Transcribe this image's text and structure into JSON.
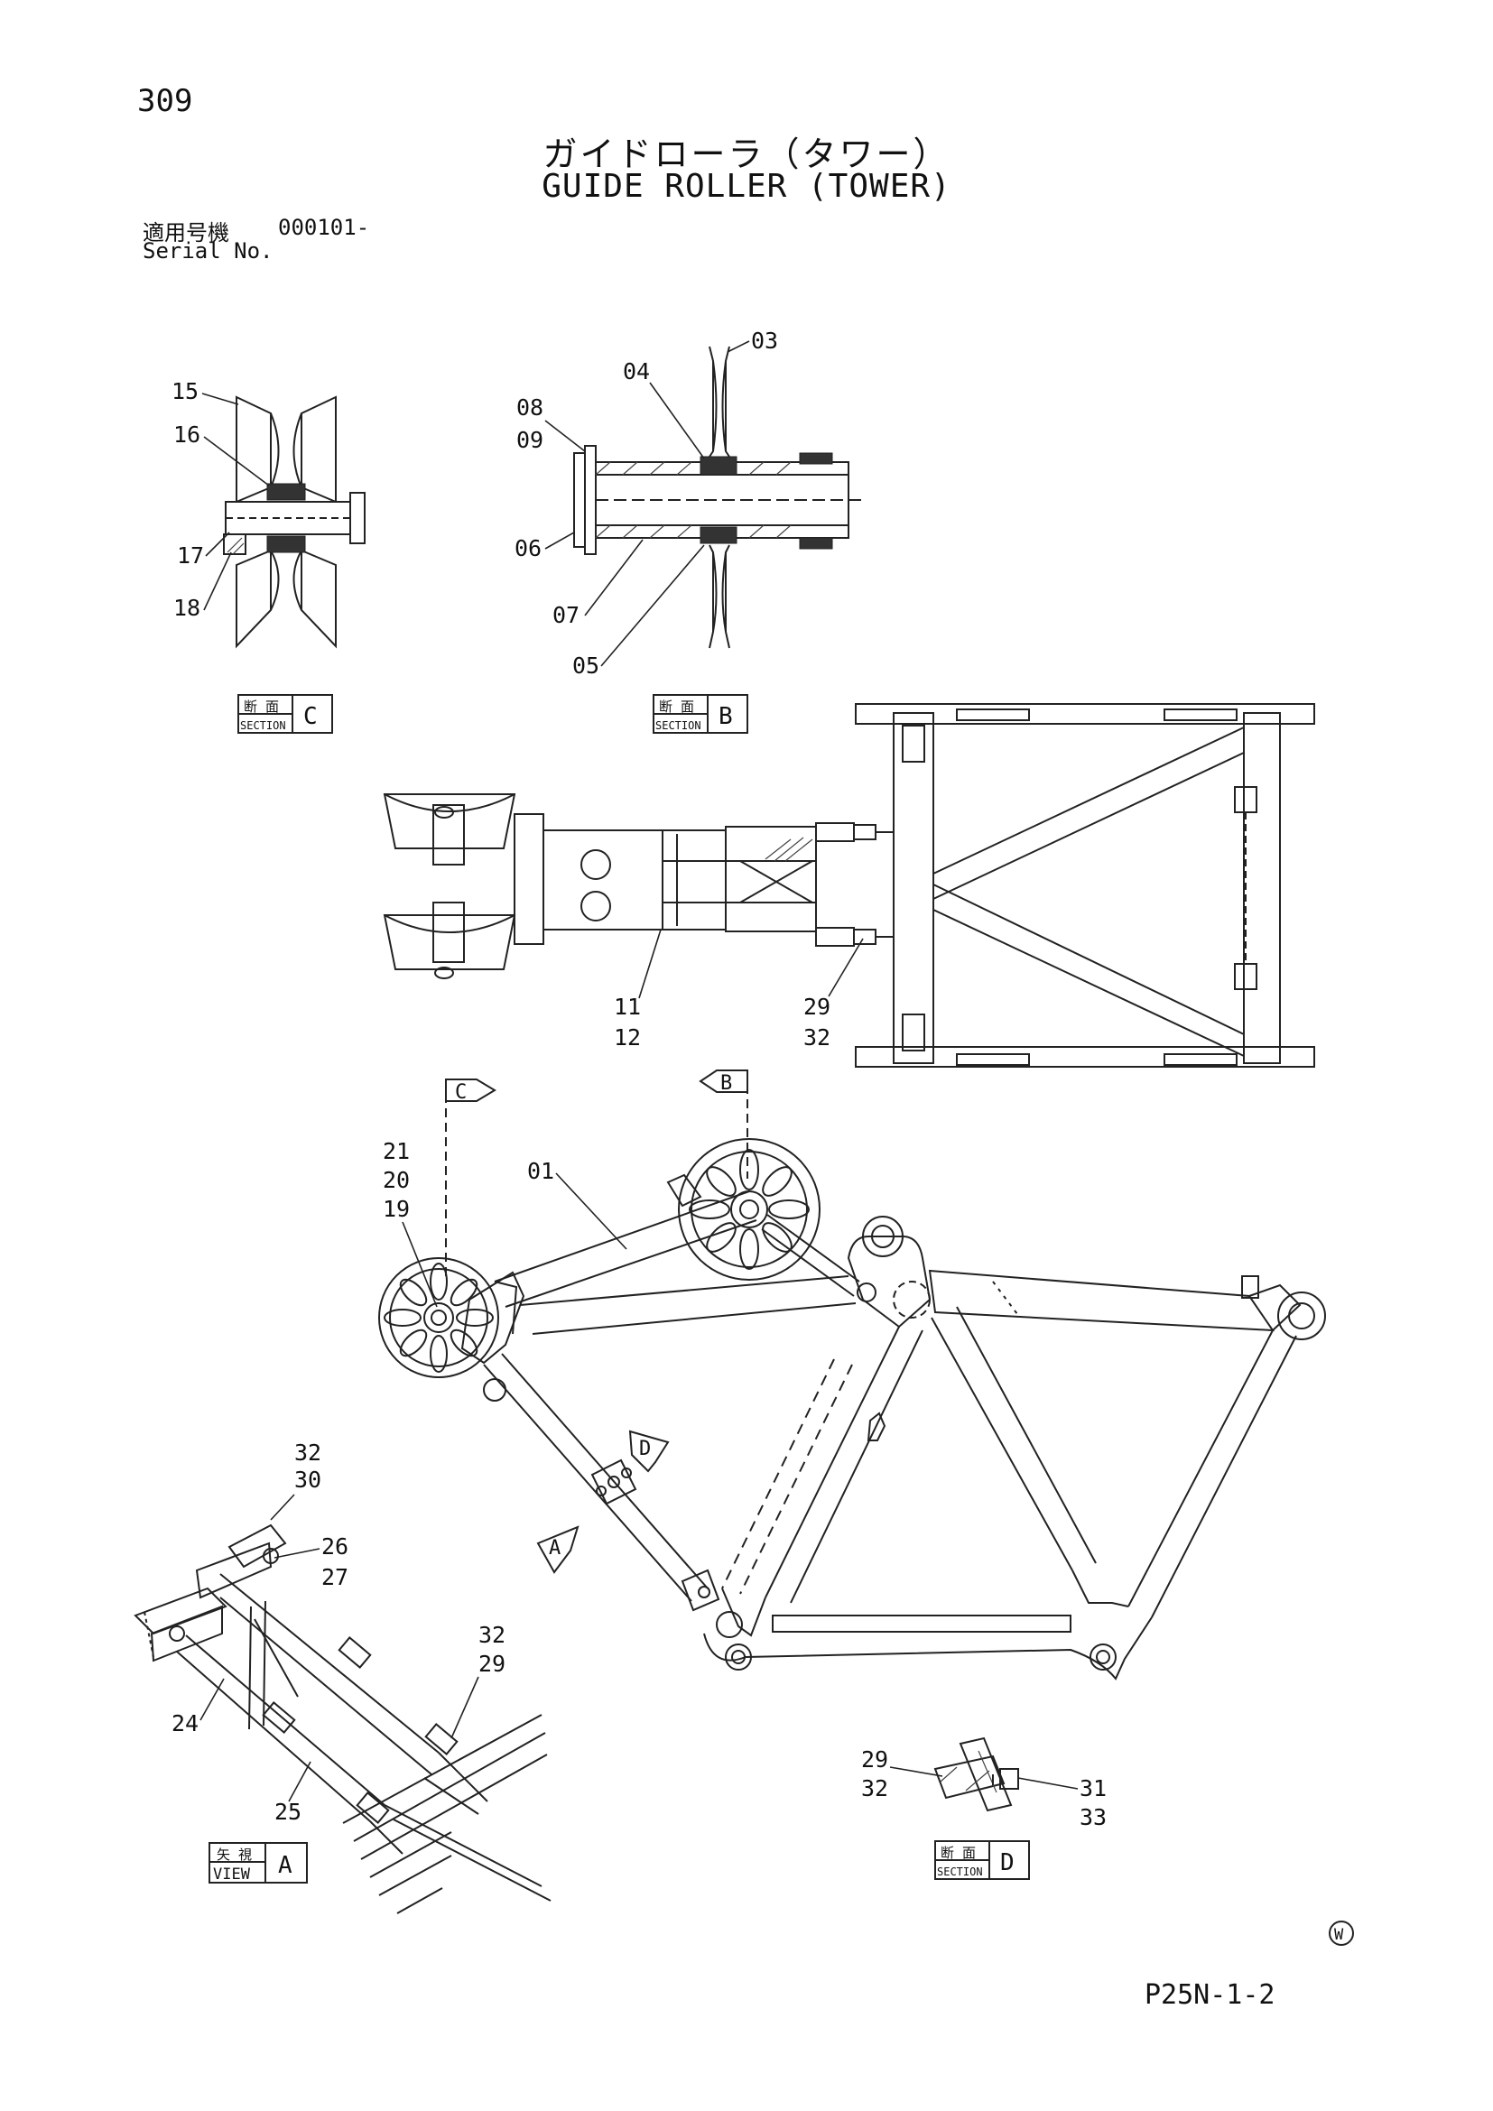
{
  "page_number": "309",
  "title_jp": "ガイドローラ（タワー）",
  "title_en": "GUIDE ROLLER (TOWER)",
  "serial": {
    "label_jp": "適用号機",
    "value": "000101-",
    "label_en": "Serial No."
  },
  "views": {
    "section_c": {
      "label_jp": "断 面",
      "label_en": "SECTION",
      "letter": "C"
    },
    "section_b": {
      "label_jp": "断 面",
      "label_en": "SECTION",
      "letter": "B"
    },
    "section_d": {
      "label_jp": "断 面",
      "label_en": "SECTION",
      "letter": "D"
    },
    "view_a": {
      "label_jp": "矢 視",
      "label_en": "VIEW",
      "letter": "A"
    }
  },
  "arrows": {
    "c": "C",
    "b": "B",
    "d": "D",
    "a": "A"
  },
  "callouts": {
    "sc_15": "15",
    "sc_16": "16",
    "sc_17": "17",
    "sc_18": "18",
    "sb_03": "03",
    "sb_04": "04",
    "sb_08": "08",
    "sb_09": "09",
    "sb_06": "06",
    "sb_07": "07",
    "sb_05": "05",
    "pv_11": "11",
    "pv_12": "12",
    "pv_29": "29",
    "pv_32": "32",
    "m_21": "21",
    "m_20": "20",
    "m_19": "19",
    "m_01": "01",
    "va_32a": "32",
    "va_30": "30",
    "va_26": "26",
    "va_27": "27",
    "va_32b": "32",
    "va_29": "29",
    "va_24": "24",
    "va_25": "25",
    "sd_29": "29",
    "sd_32": "32",
    "sd_31": "31",
    "sd_33": "33"
  },
  "watermark_symbol": "W",
  "footer_code": "P25N-1-2"
}
